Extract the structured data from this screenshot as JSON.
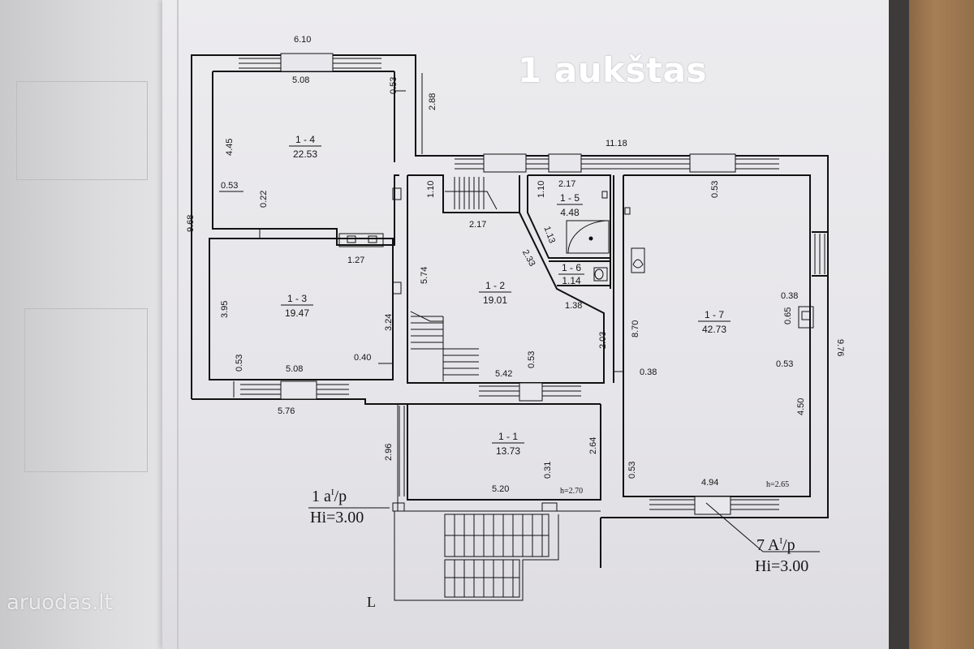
{
  "title": "1 aukštas",
  "watermark": "aruodas.lt",
  "floor_label_left": {
    "line1": "1 a",
    "sup": "I",
    "suffix": "/p",
    "line2": "Hi=3.00"
  },
  "floor_label_right": {
    "line1": "7 A",
    "sup": "I",
    "suffix": "/p",
    "line2": "Hi=3.00"
  },
  "corner_letter": "L",
  "rooms": [
    {
      "id": "1 - 4",
      "area": "22.53"
    },
    {
      "id": "1 - 3",
      "area": "19.47"
    },
    {
      "id": "1 - 2",
      "area": "19.01"
    },
    {
      "id": "1 - 5",
      "area": "4.48"
    },
    {
      "id": "1 - 6",
      "area": "1.14"
    },
    {
      "id": "1 - 7",
      "area": "42.73"
    },
    {
      "id": "1 - 1",
      "area": "13.73"
    }
  ],
  "heights": {
    "room_1_1": "h=2.70",
    "room_1_7": "h=2.65"
  },
  "dims": {
    "top_width": "6.10",
    "r14_width": "5.08",
    "r14_wall": "0.53",
    "ext_288": "2.88",
    "r14_height": "4.45",
    "r14_side": "0.53",
    "r14_gap": "0.22",
    "left_total": "9.68",
    "vent": "1.27",
    "r13_height": "3.95",
    "r13_inner": "3.24",
    "r13_bottom_wall": "0.53",
    "r13_width": "5.08",
    "r13_040": "0.40",
    "bottom_576": "5.76",
    "stair_110": "1.10",
    "stair_217": "2.17",
    "r15_width": "2.17",
    "r15_110": "1.10",
    "r15_113": "1.13",
    "diag_233": "2.33",
    "r12_574": "5.74",
    "r12_138": "1.38",
    "r12_203": "2.03",
    "r12_542": "5.42",
    "r12_053": "0.53",
    "mid_870": "8.70",
    "mid_038": "0.38",
    "top_1118": "11.18",
    "r17_053": "0.53",
    "r17_038": "0.38",
    "r17_065": "0.65",
    "r17_side_053": "0.53",
    "r17_976": "9.76",
    "r17_450": "4.50",
    "r17_494": "4.94",
    "r17_bottom_053": "0.53",
    "r11_296": "2.96",
    "r11_264": "2.64",
    "r11_031": "0.31",
    "r11_520": "5.20"
  }
}
